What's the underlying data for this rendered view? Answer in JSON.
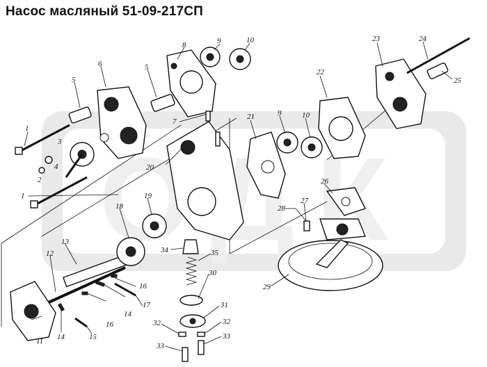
{
  "header": {
    "title": "Насос масляный 51-09-217СП"
  },
  "callouts": [
    "1",
    "1",
    "2",
    "3",
    "4",
    "5",
    "5",
    "6",
    "7",
    "8",
    "9",
    "9",
    "10",
    "10",
    "11",
    "12",
    "13",
    "14",
    "14",
    "15",
    "16",
    "16",
    "17",
    "18",
    "19",
    "20",
    "21",
    "22",
    "23",
    "24",
    "25",
    "26",
    "27",
    "28",
    "29",
    "30",
    "31",
    "32",
    "32",
    "33",
    "33",
    "34",
    "35"
  ],
  "watermark": {
    "text": "ОДК"
  },
  "colors": {
    "ink": "#111111",
    "background": "#ffffff",
    "watermark": "#e9e9e9"
  }
}
